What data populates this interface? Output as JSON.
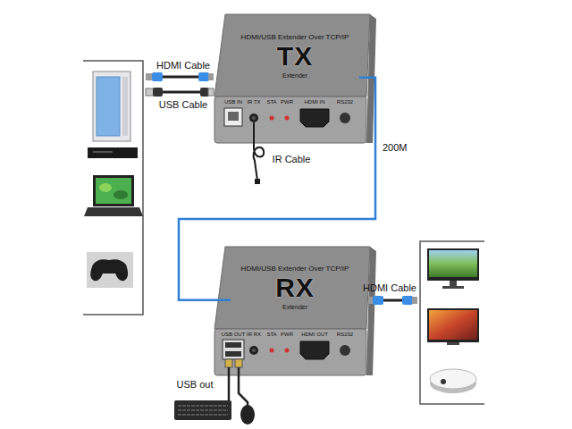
{
  "diagram": {
    "nodes": [
      {
        "text": [
          "HDMI/USB Extender Over TCP/IP",
          "TX",
          "Extender"
        ]
      },
      {
        "text": [
          "HDMI/USB Extender Over TCP/IP",
          "RX",
          "Extender"
        ]
      }
    ],
    "edges": [
      {
        "from": 0,
        "to": 1,
        "arrow": "none",
        "label": "200M"
      }
    ],
    "labels": [
      "HDMI Cable",
      "USB Cable",
      "IR Cable",
      "USB IN",
      "IR TX",
      "STA",
      "PWR",
      "HDMI IN",
      "RS232",
      "HDMI Cable",
      "USB out",
      "USB OUT",
      "IR RX",
      "STA",
      "PWR",
      "HDMI OUT",
      "RS232"
    ]
  }
}
